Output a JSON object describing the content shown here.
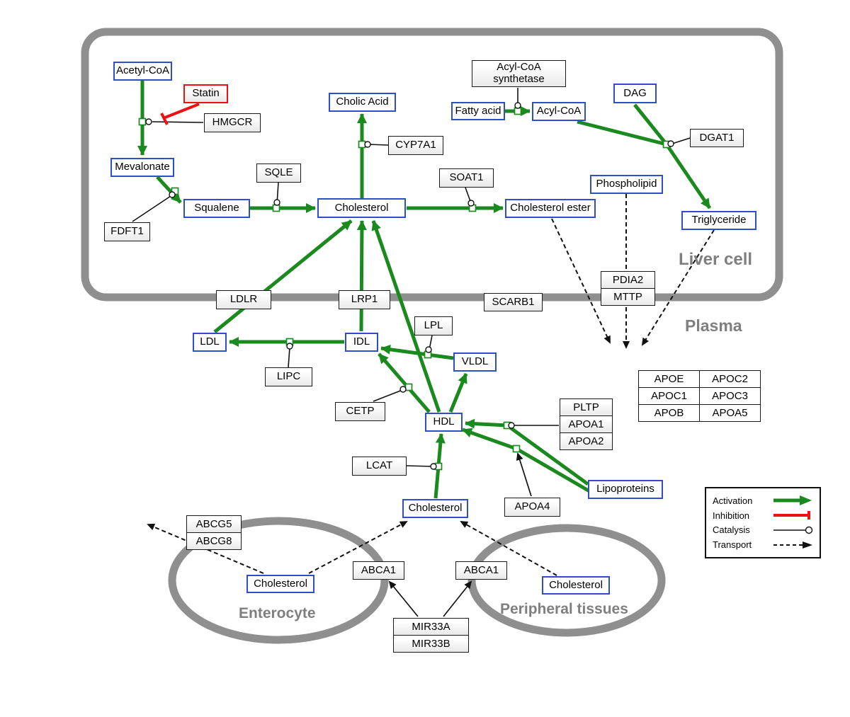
{
  "regions": {
    "liver_cell": "Liver cell",
    "plasma": "Plasma",
    "enterocyte": "Enterocyte",
    "peripheral_tissues": "Peripheral tissues"
  },
  "metabolites": {
    "acetyl_coa": "Acetyl-CoA",
    "mevalonate": "Mevalonate",
    "squalene": "Squalene",
    "cholic_acid": "Cholic Acid",
    "cholesterol_liver": "Cholesterol",
    "cholesterol_ester": "Cholesterol ester",
    "fatty_acid": "Fatty acid",
    "acyl_coa": "Acyl-CoA",
    "dag": "DAG",
    "phospholipid": "Phospholipid",
    "triglyceride": "Triglyceride",
    "ldl": "LDL",
    "idl": "IDL",
    "vldl": "VLDL",
    "hdl": "HDL",
    "cholesterol_plasma": "Cholesterol",
    "lipoproteins": "Lipoproteins",
    "cholesterol_enterocyte": "Cholesterol",
    "cholesterol_peripheral": "Cholesterol"
  },
  "proteins": {
    "statin": "Statin",
    "hmgcr": "HMGCR",
    "sqle": "SQLE",
    "fdft1": "FDFT1",
    "cyp7a1": "CYP7A1",
    "soat1": "SOAT1",
    "acyl_coa_synthetase": "Acyl-CoA synthetase",
    "dgat1": "DGAT1",
    "ldlr": "LDLR",
    "lrp1": "LRP1",
    "scarb1": "SCARB1",
    "pdia2": "PDIA2",
    "mttp": "MTTP",
    "lpl": "LPL",
    "lipc": "LIPC",
    "cetp": "CETP",
    "lcat": "LCAT",
    "pltp": "PLTP",
    "apoa1": "APOA1",
    "apoa2": "APOA2",
    "apoa4": "APOA4",
    "abcg5": "ABCG5",
    "abcg8": "ABCG8",
    "abca1_enterocyte": "ABCA1",
    "abca1_peripheral": "ABCA1",
    "mir33a": "MIR33A",
    "mir33b": "MIR33B"
  },
  "apo_table": {
    "rows": [
      [
        "APOE",
        "APOC2"
      ],
      [
        "APOC1",
        "APOC3"
      ],
      [
        "APOB",
        "APOA5"
      ]
    ]
  },
  "legend": {
    "activation": "Activation",
    "inhibition": "Inhibition",
    "catalysis": "Catalysis",
    "transport": "Transport"
  },
  "colors": {
    "activation_green": "#1a8a1e",
    "inhibition_red": "#ee1111",
    "metabolite_blue": "#2f4fc8",
    "membrane_gray": "#8f8f8f",
    "label_gray": "#7f7f7f"
  }
}
